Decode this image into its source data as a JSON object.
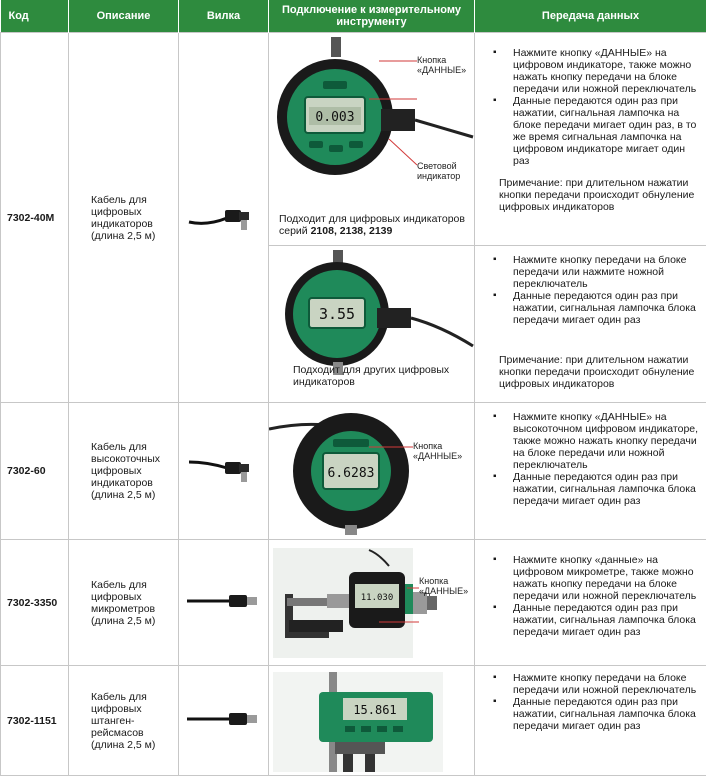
{
  "header": {
    "code": "Код",
    "description": "Описание",
    "plug": "Вилка",
    "connection": "Подключение к измерительному инструменту",
    "data_transfer": "Передача данных"
  },
  "rows": [
    {
      "code": "7302-40M",
      "description": "Кабель для цифровых индикаторов (длина 2,5 м)",
      "sub": [
        {
          "callout_button": "Кнопка «ДАННЫЕ»",
          "callout_light": "Световой индикатор",
          "display": "0.003",
          "caption_line1": "Подходит для цифровых индикаторов серий",
          "caption_line2": "2108, 2138, 2139",
          "bullets": [
            "Нажмите кнопку «ДАННЫЕ» на цифровом индикаторе, также можно нажать кнопку передачи на блоке передачи или ножной переключатель",
            "Данные передаются один раз при нажатии, сигнальная лампочка на блоке передачи мигает один раз, в то же время сигнальная лампочка на цифровом индикаторе мигает один раз"
          ],
          "note": "Примечание: при длительном нажатии кнопки передачи происходит обнуление цифровых индикаторов"
        },
        {
          "display": "3.55",
          "caption": "Подходит для других цифровых индикаторов",
          "bullets": [
            "Нажмите кнопку передачи на блоке передачи или нажмите ножной переключатель",
            "Данные передаются один раз при нажатии, сигнальная лампочка блока передачи мигает один раз"
          ],
          "note": "Примечание: при длительном нажатии кнопки передачи происходит обнуление цифровых индикаторов"
        }
      ]
    },
    {
      "code": "7302-60",
      "description": "Кабель для высокоточных цифровых индикаторов (длина 2,5 м)",
      "callout_button": "Кнопка «ДАННЫЕ»",
      "display": "6.6283",
      "bullets": [
        "Нажмите кнопку «ДАННЫЕ» на высокоточном цифровом индикаторе, также можно нажать кнопку передачи на блоке передачи или ножной переключатель",
        "Данные передаются один раз при нажатии, сигнальная лампочка блока передачи мигает один раз"
      ]
    },
    {
      "code": "7302-3350",
      "description": "Кабель для цифровых микрометров (длина 2,5 м)",
      "callout_button": "Кнопка «ДАННЫЕ»",
      "display": "11.030",
      "bullets": [
        "Нажмите кнопку «данные» на цифровом микрометре, также можно нажать кнопку передачи на блоке передачи или ножной переключатель",
        "Данные передаются один раз при нажатии, сигнальная лампочка блока передачи мигает один раз"
      ]
    },
    {
      "code": "7302-1151",
      "description": "Кабель для цифровых штанген-рейсмасов (длина 2,5 м)",
      "display": "15.861",
      "bullets": [
        "Нажмите кнопку передачи на блоке передачи или ножной переключатель",
        "Данные передаются один раз при нажатии, сигнальная лампочка блока передачи мигает один раз"
      ]
    }
  ],
  "colors": {
    "header_bg": "#2e8b3e",
    "instrument_green": "#1f8a5a",
    "callout_red": "#d23a3a"
  }
}
